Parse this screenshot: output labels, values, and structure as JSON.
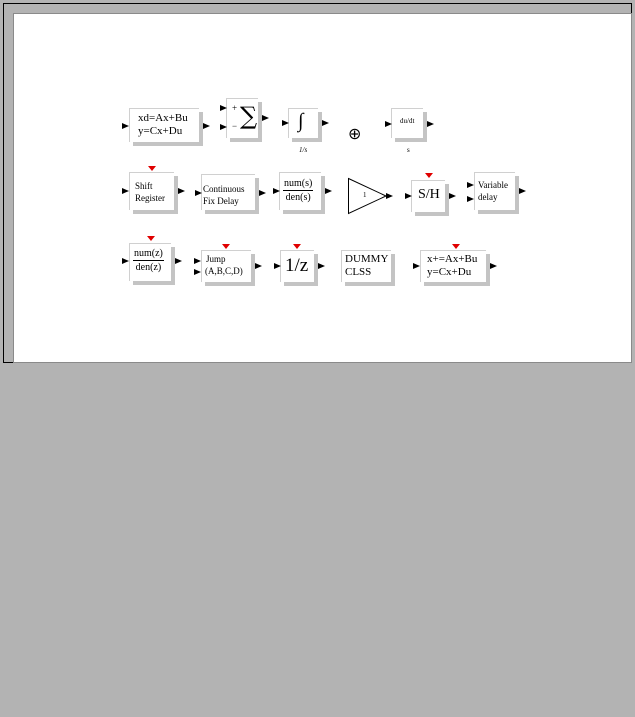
{
  "palette": {
    "background": "#b3b3b3",
    "canvas": "#ffffff",
    "shadow": "#c4c4c4",
    "event_port": "#e00000",
    "port": "#000000"
  },
  "blocks": {
    "clss": {
      "line1": "xd=Ax+Bu",
      "line2": "y=Cx+Du"
    },
    "summation": {
      "plus": "+",
      "minus": "−",
      "symbol": "∑"
    },
    "integral": {
      "symbol": "∫",
      "caption": "1/s"
    },
    "sum_small": {
      "symbol": "⊕"
    },
    "derivative": {
      "label": "du/dt",
      "caption": "s"
    },
    "shift_register": {
      "line1": "Shift",
      "line2": "Register"
    },
    "fix_delay": {
      "line1": "Continuous",
      "line2": "Fix Delay"
    },
    "clr": {
      "num": "num(s)",
      "den": "den(s)"
    },
    "gain": {
      "value": "1"
    },
    "sample_hold": {
      "label": "S/H"
    },
    "variable_delay": {
      "line1": "Variable",
      "line2": "delay"
    },
    "dlr": {
      "num": "num(z)",
      "den": "den(z)"
    },
    "jump": {
      "line1": "Jump",
      "line2": "(A,B,C,D)"
    },
    "dollar": {
      "label": "1/z"
    },
    "dummy": {
      "line1": "DUMMY",
      "line2": "CLSS"
    },
    "dlss": {
      "line1": "x+=Ax+Bu",
      "line2": "y=Cx+Du"
    }
  }
}
